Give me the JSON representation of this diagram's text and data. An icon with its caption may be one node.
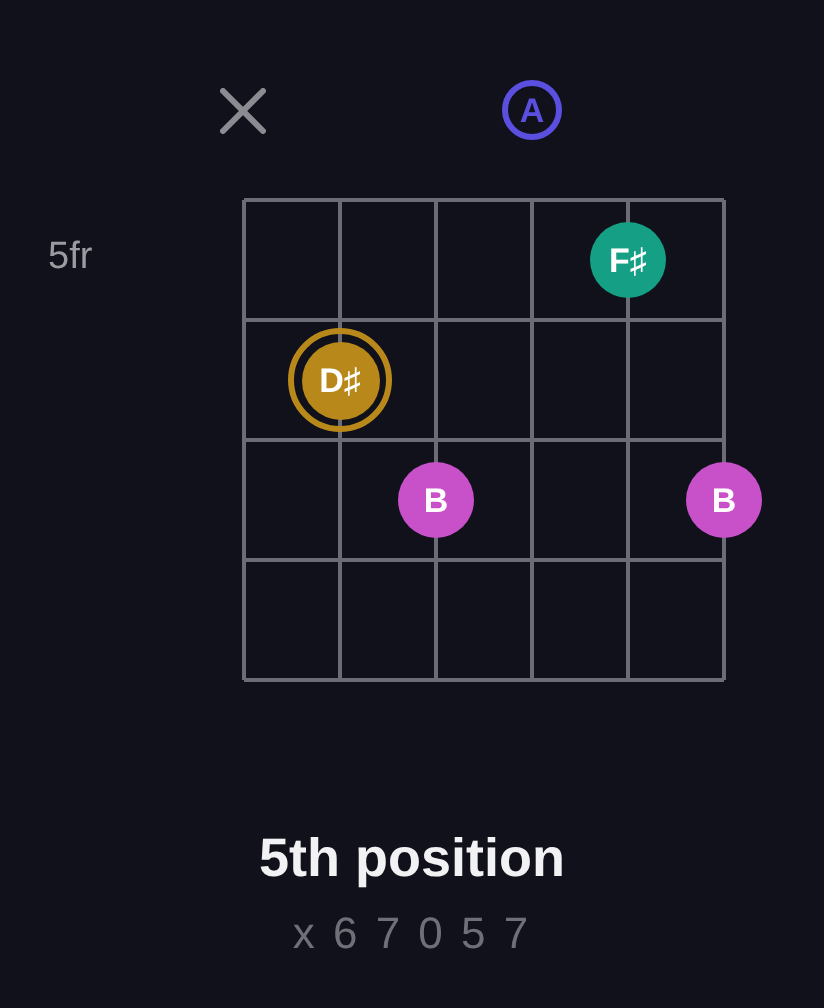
{
  "diagram": {
    "title": "5th position",
    "nodes": [
      {
        "text": [
          "A"
        ]
      },
      {
        "text": [
          "F♯"
        ]
      },
      {
        "text": [
          "D♯"
        ]
      },
      {
        "text": [
          "B"
        ]
      },
      {
        "text": [
          "B"
        ]
      }
    ],
    "labels": [
      "5fr",
      "x 6 7 0 5 7"
    ]
  }
}
